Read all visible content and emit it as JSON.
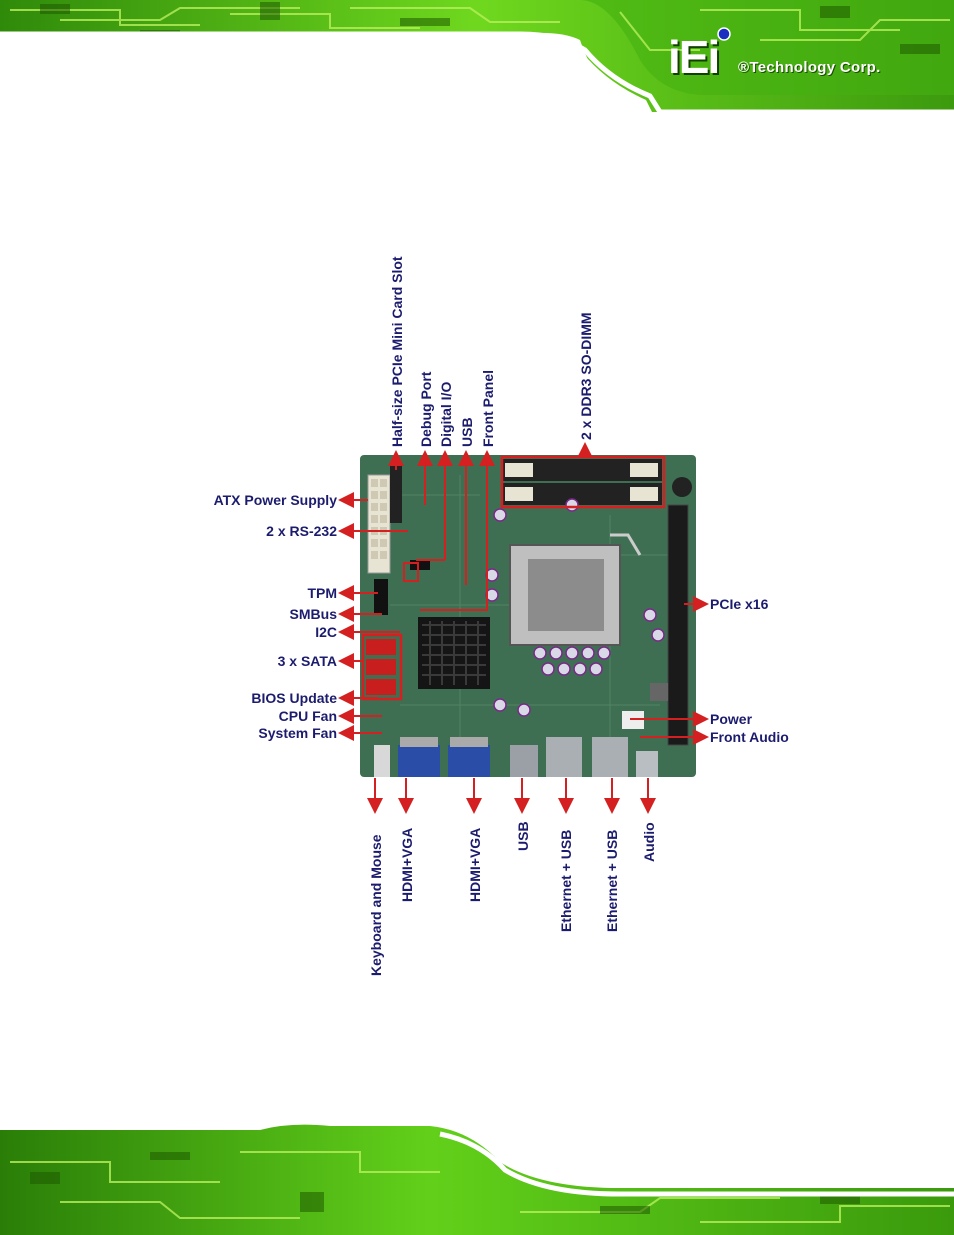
{
  "header": {
    "logo_mark": "iEi",
    "logo_text": "®Technology Corp."
  },
  "board": {
    "top_labels": [
      "Half-size PCIe Mini Card Slot",
      "Debug Port",
      "Digital I/O",
      "USB",
      "Front Panel",
      "2 x DDR3 SO-DIMM"
    ],
    "left_labels": [
      "ATX Power Supply",
      "2 x RS-232",
      "TPM",
      "SMBus",
      "I2C",
      "3 x SATA",
      "BIOS Update",
      "CPU Fan",
      "System Fan"
    ],
    "right_labels": [
      "PCIe x16",
      "Power",
      "Front Audio"
    ],
    "bottom_labels": [
      "Keyboard and Mouse",
      "HDMI+VGA",
      "HDMI+VGA",
      "USB",
      "Ethernet + USB",
      "Ethernet + USB",
      "Audio"
    ]
  },
  "colors": {
    "label": "#1c1c6e",
    "arrow": "#d42020",
    "pcb": "#3f6f52",
    "banner_green": "#5ccc14"
  }
}
